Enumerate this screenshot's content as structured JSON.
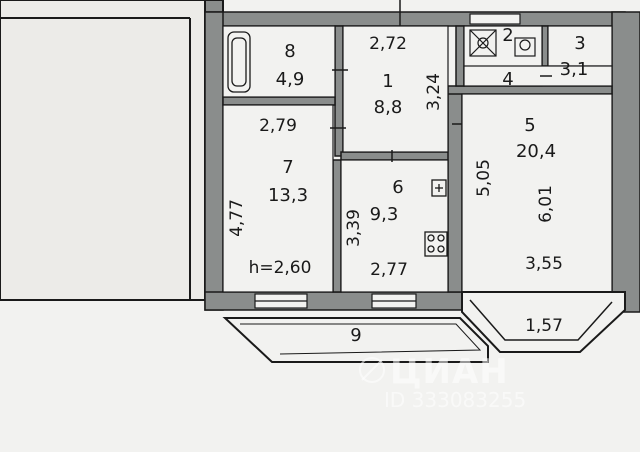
{
  "rooms": [
    {
      "id": "1",
      "area": "8,8"
    },
    {
      "id": "2",
      "area": ""
    },
    {
      "id": "3",
      "area": "3,1"
    },
    {
      "id": "4",
      "area": ""
    },
    {
      "id": "5",
      "area": "20,4"
    },
    {
      "id": "6",
      "area": "9,3"
    },
    {
      "id": "7",
      "area": "13,3"
    },
    {
      "id": "8",
      "area": "4,9"
    },
    {
      "id": "9",
      "area": ""
    }
  ],
  "dimensions": {
    "d_272": "2,72",
    "d_324": "3,24",
    "d_279": "2,79",
    "d_477": "4,77",
    "d_339": "3,39",
    "d_277": "2,77",
    "d_505": "5,05",
    "d_601": "6,01",
    "d_355": "3,55",
    "d_157": "1,57"
  },
  "ceiling_height": "h=2,60",
  "watermark": {
    "brand": "ЦИАН",
    "id_text": "ID 333083255"
  },
  "colors": {
    "paper": "#f2f2f0",
    "background": "#8a8d8c",
    "line": "#1a1a1a",
    "wall": "#8a8d8c"
  }
}
